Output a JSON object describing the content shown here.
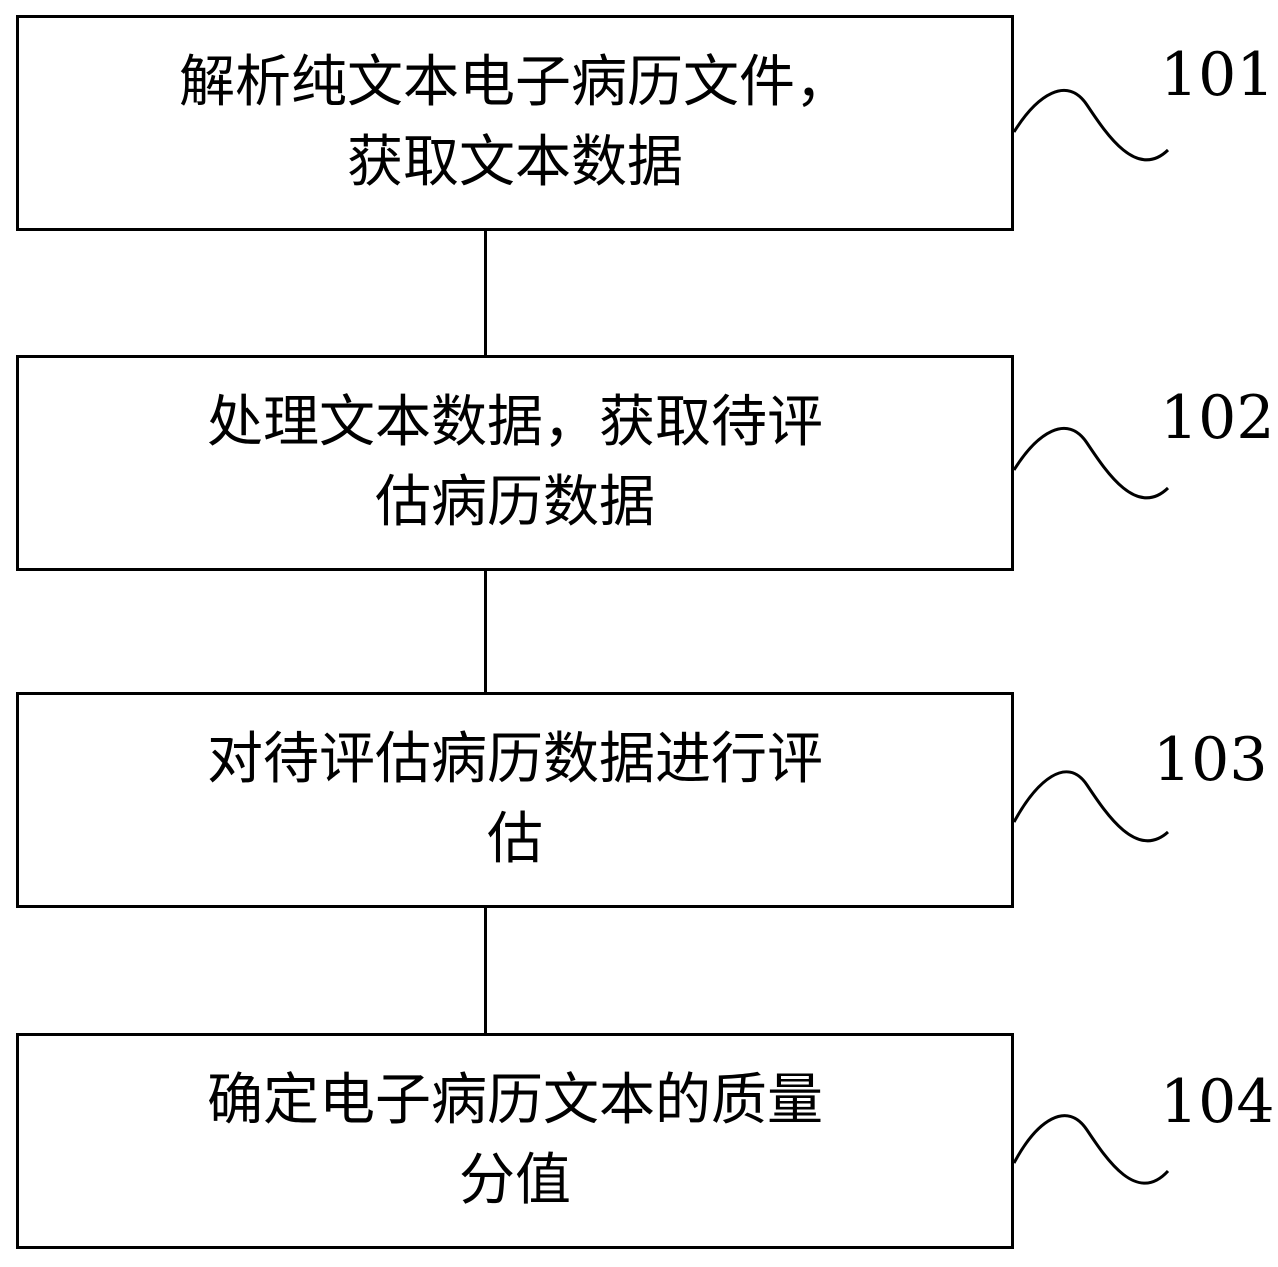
{
  "steps": [
    {
      "id": "101",
      "text": "解析纯文本电子病历文件，\n获取文本数据"
    },
    {
      "id": "102",
      "text": "处理文本数据，获取待评\n估病历数据"
    },
    {
      "id": "103",
      "text": "对待评估病历数据进行评\n估"
    },
    {
      "id": "104",
      "text": "确定电子病历文本的质量\n分值"
    }
  ]
}
